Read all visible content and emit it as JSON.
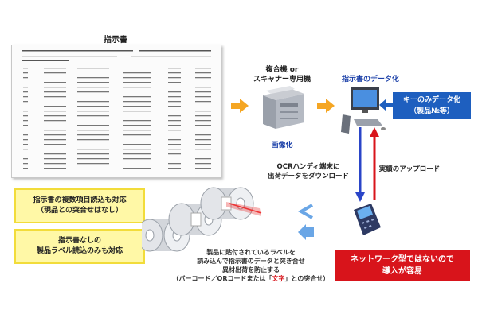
{
  "document": {
    "title": "指示書"
  },
  "scanner": {
    "label_line1": "複合機 or",
    "label_line2": "スキャナー専用機",
    "imaging_label": "画像化"
  },
  "pc": {
    "digitize_label": "指示書のデータ化",
    "key_box_line1": "キーのみデータ化",
    "key_box_line2": "（製品№等）"
  },
  "flows": {
    "download_line1": "OCRハンディ端末に",
    "download_line2": "出荷データをダウンロード",
    "upload_label": "実績のアップロード"
  },
  "callouts": {
    "multi_line1": "指示書の複数項目読込も対応",
    "multi_line2": "（現品との突合せはなし）",
    "label_only_line1": "指示書なしの",
    "label_only_line2": "製品ラベル読込のみも対応",
    "network_line1": "ネットワーク型ではないので",
    "network_line2": "導入が容易"
  },
  "description": {
    "line1": "製品に貼付されているラベルを",
    "line2": "読み込んで指示書のデータと突き合せ",
    "line3": "異材出荷を防止する",
    "line4_pre": "（バーコード／QRコードまたは「",
    "line4_highlight": "文字",
    "line4_post": "」との突合せ）"
  },
  "colors": {
    "orange_arrow": "#f5a623",
    "blue_arrow": "#2a45c8",
    "red_arrow": "#d8141b",
    "light_blue_arrow": "#6aa6e6",
    "key_box": "#1e5fbf",
    "yellow_box": "#fff8a6",
    "red_box": "#d8141b"
  }
}
